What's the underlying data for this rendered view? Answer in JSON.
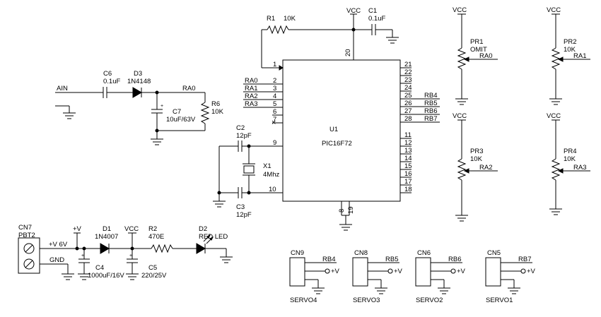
{
  "components": {
    "r1": {
      "ref": "R1",
      "value": "10K"
    },
    "c1": {
      "ref": "C1",
      "value": "0.1uF"
    },
    "c6": {
      "ref": "C6",
      "value": "0.1uF"
    },
    "d3": {
      "ref": "D3",
      "value": "1N4148"
    },
    "c7": {
      "ref": "C7",
      "value": "10uF/63V"
    },
    "r6": {
      "ref": "R6",
      "value": "10K"
    },
    "c2": {
      "ref": "C2",
      "value": "12pF"
    },
    "c3": {
      "ref": "C3",
      "value": "12pF"
    },
    "x1": {
      "ref": "X1",
      "value": "4Mhz"
    },
    "u1": {
      "ref": "U1",
      "value": "PIC16F72"
    },
    "pr1": {
      "ref": "PR1",
      "value": "OMIT"
    },
    "pr2": {
      "ref": "PR2",
      "value": "10K"
    },
    "pr3": {
      "ref": "PR3",
      "value": "10K"
    },
    "pr4": {
      "ref": "PR4",
      "value": "10K"
    },
    "cn7": {
      "ref": "CN7",
      "value": "PBT2"
    },
    "d1": {
      "ref": "D1",
      "value": "1N4007"
    },
    "r2": {
      "ref": "R2",
      "value": "470E"
    },
    "d2": {
      "ref": "D2",
      "value": "RED LED"
    },
    "c4": {
      "ref": "C4",
      "value": "1000uF/16V"
    },
    "c5": {
      "ref": "C5",
      "value": "220/25V"
    },
    "cn9": {
      "ref": "CN9",
      "name": "SERVO4"
    },
    "cn8": {
      "ref": "CN8",
      "name": "SERVO3"
    },
    "cn6": {
      "ref": "CN6",
      "name": "SERVO2"
    },
    "cn5": {
      "ref": "CN5",
      "name": "SERVO1"
    }
  },
  "nets": {
    "vcc": "VCC",
    "ain": "AIN",
    "ra0": "RA0",
    "ra1": "RA1",
    "ra2": "RA2",
    "ra3": "RA3",
    "rb4": "RB4",
    "rb5": "RB5",
    "rb6": "RB6",
    "rb7": "RB7",
    "plus_v": "+V",
    "plus_v_6v": "+V 6V",
    "gnd": "GND"
  },
  "u1_pins": {
    "left": [
      {
        "num": "1",
        "net": ""
      },
      {
        "num": "2",
        "net": "RA0"
      },
      {
        "num": "3",
        "net": "RA1"
      },
      {
        "num": "4",
        "net": "RA2"
      },
      {
        "num": "5",
        "net": "RA3"
      },
      {
        "num": "6",
        "net": ""
      },
      {
        "num": "7",
        "net": ""
      },
      {
        "num": "9",
        "net": ""
      },
      {
        "num": "10",
        "net": ""
      }
    ],
    "right_top": [
      "21",
      "22",
      "23",
      "24"
    ],
    "right_rb": [
      {
        "num": "25",
        "net": "RB4"
      },
      {
        "num": "26",
        "net": "RB5"
      },
      {
        "num": "27",
        "net": "RB6"
      },
      {
        "num": "28",
        "net": "RB7"
      }
    ],
    "right_bottom": [
      "11",
      "12",
      "13",
      "14",
      "15",
      "16",
      "17",
      "18"
    ],
    "top": "20",
    "bottom": [
      "8",
      "19"
    ]
  }
}
